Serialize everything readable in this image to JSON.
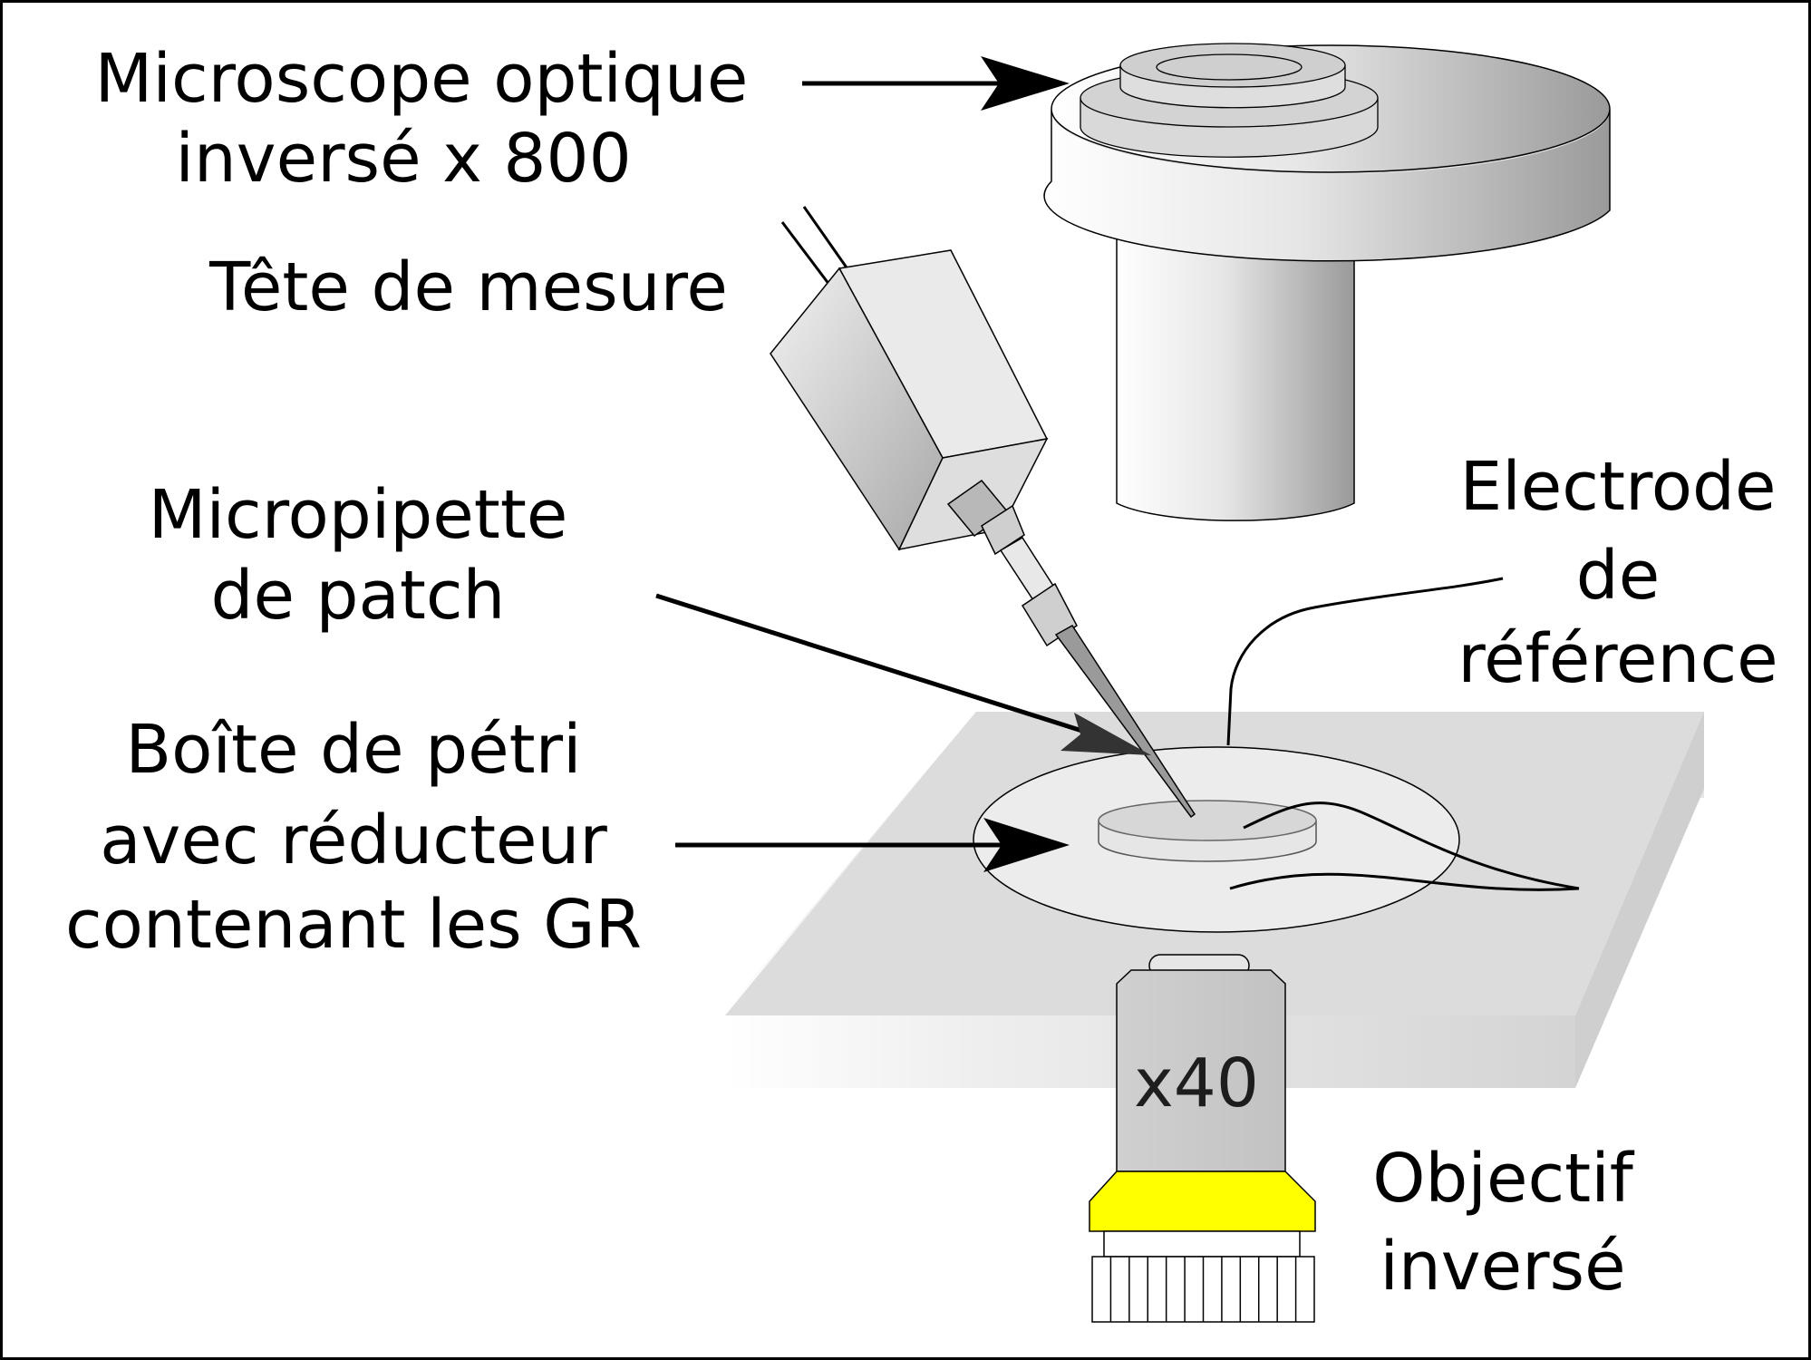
{
  "labels": {
    "microscope": {
      "line1": "Microscope optique",
      "line2": "inversé x 800"
    },
    "tete": {
      "line1": "Tête de mesure"
    },
    "micropipette": {
      "line1": "Micropipette",
      "line2": "de patch"
    },
    "boite": {
      "line1": "Boîte de pétri",
      "line2": "avec réducteur",
      "line3": "contenant les GR"
    },
    "electrode": {
      "line1": "Electrode",
      "line2": "de",
      "line3": "référence"
    },
    "objectif": {
      "line1": "Objectif",
      "line2": "inversé",
      "magnification": "x40"
    }
  },
  "colors": {
    "objective_ring": "#ffff00",
    "stage": "#e2e2e2",
    "outline": "#000000"
  }
}
